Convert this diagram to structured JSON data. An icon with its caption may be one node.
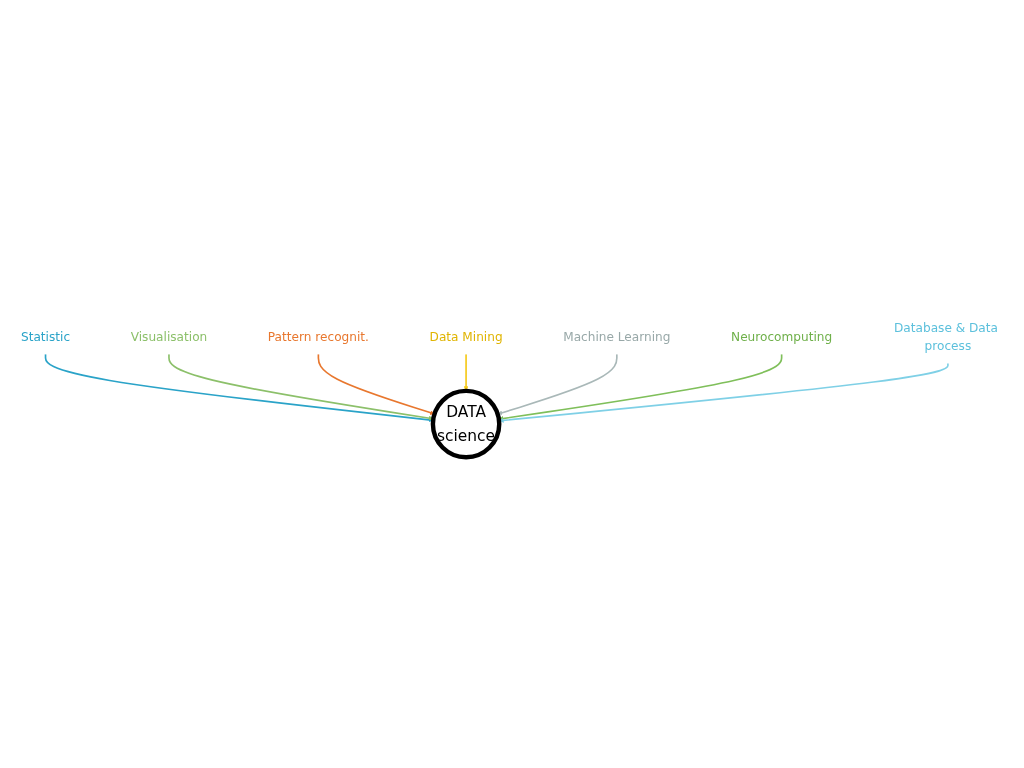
{
  "diagram": {
    "nodes": [
      {
        "text": [
          "Statistic"
        ]
      },
      {
        "text": [
          "Visualisation"
        ]
      },
      {
        "text": [
          "Pattern recognit."
        ]
      },
      {
        "text": [
          "DATA",
          "science"
        ]
      },
      {
        "text": [
          "Data Mining"
        ]
      },
      {
        "text": [
          "Machine Learning"
        ]
      },
      {
        "text": [
          "Neurocomputing"
        ]
      },
      {
        "text": [
          "Database & Data process"
        ]
      }
    ],
    "edges": [
      {
        "from": 0,
        "to": 3,
        "arrow": "to",
        "color": "#2aa3c8"
      },
      {
        "from": 1,
        "to": 3,
        "arrow": "to",
        "color": "#8cc06a"
      },
      {
        "from": 2,
        "to": 3,
        "arrow": "to",
        "color": "#e8772e"
      },
      {
        "from": 4,
        "to": 3,
        "arrow": "to",
        "color": "#f5c918"
      },
      {
        "from": 5,
        "to": 3,
        "arrow": "to",
        "color": "#a9b8b8"
      },
      {
        "from": 6,
        "to": 3,
        "arrow": "to",
        "color": "#7fbf5a"
      },
      {
        "from": 7,
        "to": 3,
        "arrow": "to",
        "color": "#7fd0e6"
      }
    ]
  }
}
